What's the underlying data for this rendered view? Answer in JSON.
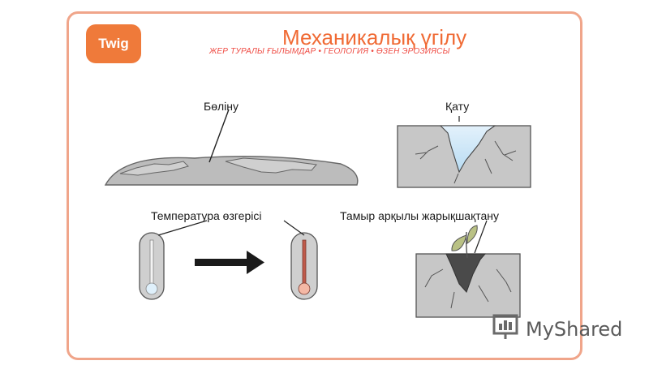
{
  "slide": {
    "logo": "Twig",
    "title": "Механикалық үгілу",
    "subtitle": "ЖЕР ТУРАЛЫ ҒЫЛЫМДАР • ГЕОЛОГИЯ • ӨЗЕН ЭРОЗИЯСЫ"
  },
  "panels": {
    "splitting_label": "Бөліну",
    "freezing_label": "Қату",
    "temperature_label": "Температура өзгерісі",
    "root_label": "Тамыр арқылы жарықшақтану"
  },
  "watermark": {
    "text": "MyShared"
  },
  "colors": {
    "accent": "#ef7a3a",
    "title": "#f06a34",
    "rock": "#b9b9b9",
    "ice": "#cfe6f7",
    "leaf": "#b9c184"
  }
}
